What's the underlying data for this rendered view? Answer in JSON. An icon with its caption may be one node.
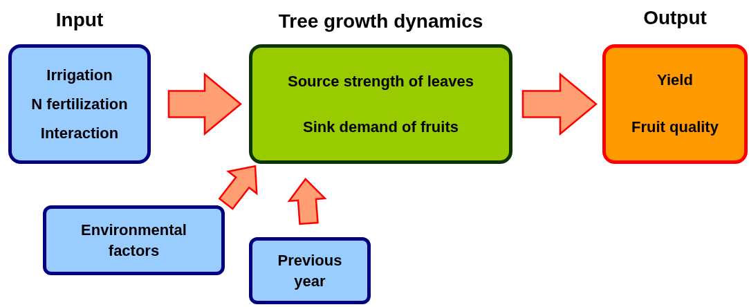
{
  "diagram": {
    "nodes": [
      {
        "text": [
          "Input",
          "Irrigation",
          "N fertilization",
          "Interaction"
        ]
      },
      {
        "text": [
          "Tree growth dynamics",
          "Source strength of leaves",
          "Sink demand of fruits"
        ]
      },
      {
        "text": [
          "Output",
          "Yield",
          "Fruit quality"
        ]
      },
      {
        "text": [
          "Environmental factors"
        ]
      },
      {
        "text": [
          "Previous year"
        ]
      }
    ],
    "edges": [
      {
        "from": 0,
        "to": 1,
        "arrow": "to"
      },
      {
        "from": 1,
        "to": 2,
        "arrow": "to"
      },
      {
        "from": 3,
        "to": 1,
        "arrow": "to"
      },
      {
        "from": 4,
        "to": 1,
        "arrow": "to"
      }
    ]
  }
}
